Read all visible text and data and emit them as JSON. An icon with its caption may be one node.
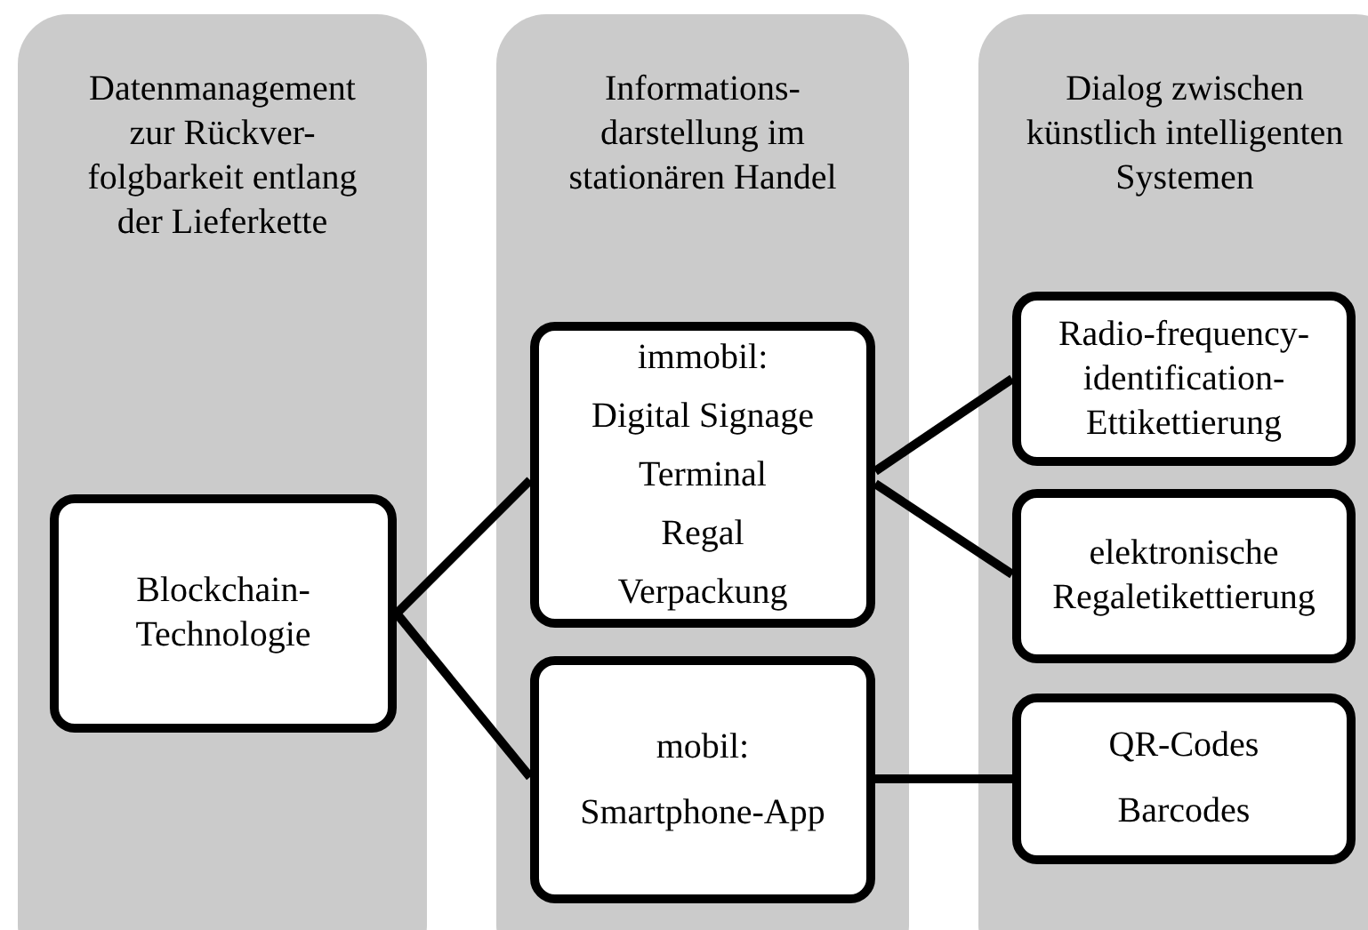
{
  "diagram": {
    "nodes": [
      {
        "text": [
          "Datenmanagement zur Rückver-folgbarkeit entlang der Lieferkette"
        ]
      },
      {
        "text": [
          "Informations-darstellung im stationären Handel"
        ]
      },
      {
        "text": [
          "Dialog zwischen künstlich intelligenten Systemen"
        ]
      },
      {
        "text": [
          "Blockchain-Technologie"
        ],
        "in": 0
      },
      {
        "text": [
          "immobil:",
          "Digital Signage",
          "Terminal",
          "Regal",
          "Verpackung"
        ],
        "in": 1
      },
      {
        "text": [
          "mobil:",
          "Smartphone-App"
        ],
        "in": 1
      },
      {
        "text": [
          "Radio-frequency-identification-Ettikettierung"
        ],
        "in": 2
      },
      {
        "text": [
          "elektronische Regaletikettierung"
        ],
        "in": 2
      },
      {
        "text": [
          "QR-Codes",
          "Barcodes"
        ],
        "in": 2
      }
    ],
    "edges": [
      {
        "from": 3,
        "to": 4,
        "arrow": "none"
      },
      {
        "from": 3,
        "to": 5,
        "arrow": "none"
      },
      {
        "from": 4,
        "to": 6,
        "arrow": "none"
      },
      {
        "from": 4,
        "to": 7,
        "arrow": "none"
      },
      {
        "from": 5,
        "to": 8,
        "arrow": "none"
      }
    ]
  }
}
